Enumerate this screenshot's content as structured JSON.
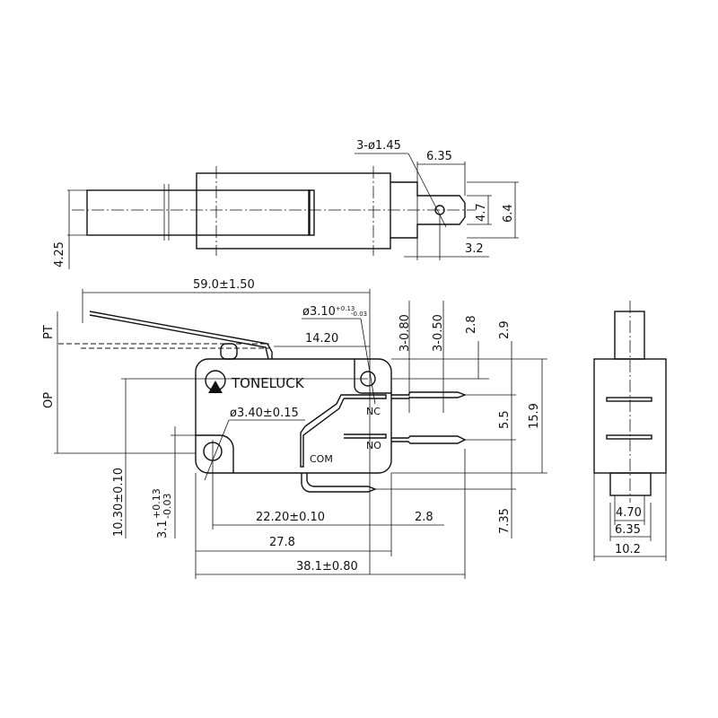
{
  "brand": "TONELUCK",
  "top_view": {
    "hole": "3-ø1.45",
    "tab_width": "6.35",
    "tab_height": "4.7",
    "terminal_height": "6.4",
    "hole_offset": "3.2",
    "lever_width": "4.25"
  },
  "front_view": {
    "lever_length": "59.0±1.50",
    "hole_top": "ø3.10",
    "hole_top_tol_plus": "+0.13",
    "hole_top_tol_minus": "-0.03",
    "dim_14_20": "14.20",
    "pt": "PT",
    "op": "OP",
    "terminal_thickness_1": "3-0.80",
    "terminal_thickness_2": "3-0.50",
    "dim_2_8v": "2.8",
    "dim_2_9": "2.9",
    "hole_bottom": "ø3.40±0.15",
    "nc": "NC",
    "no": "NO",
    "com": "COM",
    "dim_5_5": "5.5",
    "dim_15_9": "15.9",
    "dim_7_35": "7.35",
    "dim_10_30": "10.30±0.10",
    "dim_3_1": "3.1",
    "dim_3_1_plus": "+0.13",
    "dim_3_1_minus": "-0.03",
    "dim_22_20": "22.20±0.10",
    "dim_2_8h": "2.8",
    "dim_27_8": "27.8",
    "dim_38_1": "38.1±0.80"
  },
  "side_view": {
    "dim_4_70": "4.70",
    "dim_6_35": "6.35",
    "dim_10_2": "10.2"
  }
}
